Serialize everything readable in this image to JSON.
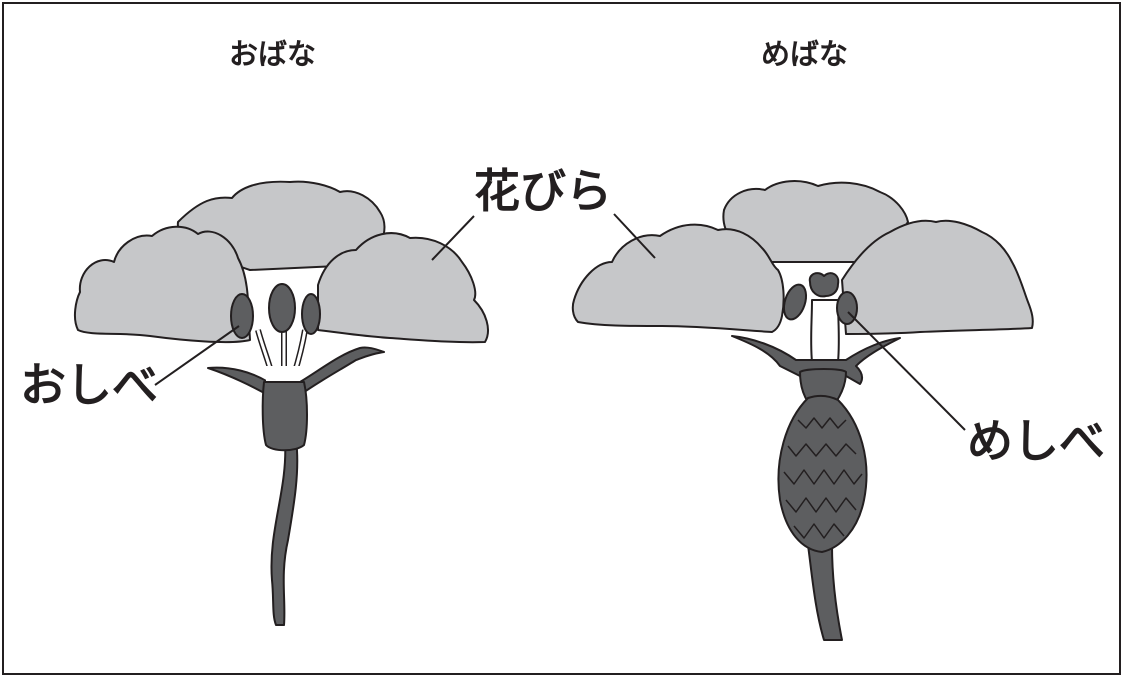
{
  "diagram": {
    "male_flower_title": "おばな",
    "female_flower_title": "めばな",
    "petal_label": "花びら",
    "stamen_label": "おしべ",
    "pistil_label": "めしべ",
    "colors": {
      "petal": "#c6c7c9",
      "organ": "#5d5e60",
      "outline": "#231f20",
      "white": "#ffffff"
    }
  }
}
